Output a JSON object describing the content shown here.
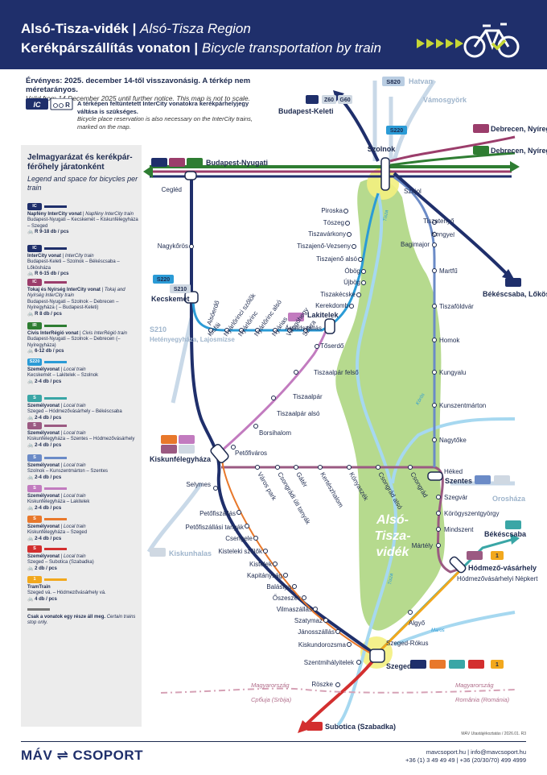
{
  "header": {
    "title_hu": "Alsó-Tisza-vidék",
    "title_en": "Alsó-Tisza Region",
    "subtitle_hu": "Kerékpárszállítás vonaton",
    "subtitle_en": "Bicycle transportation by train",
    "separator": " | "
  },
  "info": {
    "line1": "Érvényes: 2025. december 14-től visszavonásig. A térkép nem méretarányos.",
    "line2": "Valid from 14 December 2025 until further notice. This map is not to scale.",
    "ic_badge": "IC",
    "r_badge": "R",
    "ic_note_hu": "A térképen feltüntetett InterCity vonatokra kerékpárhelyjegy váltása is szükséges.",
    "ic_note_en": "Bicycle place reservation is also necessary on the InterCity trains, marked on the map."
  },
  "legend": {
    "title": "Jelmagyarázat és kerékpár-férőhely járatonként",
    "subtitle": "Legend and space for bicycles per train",
    "items": [
      {
        "badge": "IC",
        "color": "#1f2f6b",
        "name": "Napfény InterCity vonat",
        "name_en": "Napfény InterCity train",
        "route": "Budapest-Nyugati – Kecskemét – Kiskunfélegyháza – Szeged",
        "cap": "9-18 db / pcs",
        "r": "R"
      },
      {
        "badge": "IC",
        "color": "#1f2f6b",
        "name": "InterCity vonat",
        "name_en": "InterCity train",
        "route": "Budapest-Keleti – Szolnok – Békéscsaba – Lőkösháza",
        "cap": "6-15 db / pcs",
        "r": "R"
      },
      {
        "badge": "IC",
        "color": "#9b3d6b",
        "name": "Tokaj és Nyírség InterCity vonat",
        "name_en": "Tokaj and Nyírség InterCity train",
        "route": "Budapest-Nyugati – Szolnok – Debrecen – Nyíregyháza ( – Budapest-Keleti)",
        "cap": "8 db / pcs",
        "r": "R"
      },
      {
        "badge": "IR",
        "color": "#2e7d32",
        "name": "Civis InterRégió vonat",
        "name_en": "Civis InterRégió train",
        "route": "Budapest-Nyugati – Szolnok – Debrecen (– Nyíregyháza)",
        "cap": "6-12 db / pcs",
        "r": ""
      },
      {
        "badge": "S220",
        "color": "#2b9bd6",
        "name": "Személyvonat",
        "name_en": "Local train",
        "route": "Kecskemét – Lakitelek – Szolnok",
        "cap": "2-4 db / pcs",
        "r": ""
      },
      {
        "badge": "S",
        "color": "#3aa6a6",
        "name": "Személyvonat",
        "name_en": "Local train",
        "route": "Szeged – Hódmezővásárhely – Békéscsaba",
        "cap": "2-4 db / pcs",
        "r": ""
      },
      {
        "badge": "S",
        "color": "#9b5a82",
        "name": "Személyvonat",
        "name_en": "Local train",
        "route": "Kiskunfélegyháza – Szentes – Hódmezővásárhely",
        "cap": "2-4 db / pcs",
        "r": ""
      },
      {
        "badge": "S",
        "color": "#6b8bc7",
        "name": "Személyvonat",
        "name_en": "Local train",
        "route": "Szolnok – Kunszentmárton – Szentes",
        "cap": "2-4 db / pcs",
        "r": ""
      },
      {
        "badge": "S",
        "color": "#c27bbf",
        "name": "Személyvonat",
        "name_en": "Local train",
        "route": "Kiskunfélegyháza – Lakitelek",
        "cap": "2-4 db / pcs",
        "r": ""
      },
      {
        "badge": "S",
        "color": "#e8782b",
        "name": "Személyvonat",
        "name_en": "Local train",
        "route": "Kiskunfélegyháza – Szeged",
        "cap": "2-4 db / pcs",
        "r": ""
      },
      {
        "badge": "S",
        "color": "#d32f2f",
        "name": "Személyvonat",
        "name_en": "Local train",
        "route": "Szeged – Subotica (Szabadka)",
        "cap": "2 db / pcs",
        "r": ""
      },
      {
        "badge": "1",
        "color": "#f2a81d",
        "name": "TramTrain",
        "name_en": "",
        "route": "Szeged vá. – Hódmezővásárhely vá.",
        "cap": "4 db / pcs",
        "r": ""
      },
      {
        "badge": "",
        "color": "#777777",
        "name": "Csak a vonatok egy része áll meg.",
        "name_en": "Certain trains stop only.",
        "route": "",
        "cap": "",
        "r": ""
      }
    ]
  },
  "map": {
    "region_label": [
      "Alsó-",
      "Tisza-",
      "vidék"
    ],
    "rivers": {
      "tisza": "Tisza",
      "koros": "Körös",
      "maros": "Maros"
    },
    "borders": {
      "hu": "Magyarország",
      "rs": "Србија (Srbija)",
      "ro": "România (Románia)"
    },
    "terminals": {
      "hatvan": "Hatvan",
      "hatvan_badge": "S820",
      "vamosgyork": "Vámosgyörk",
      "bp_keleti": "Budapest-Keleti",
      "bp_nyugati": "Budapest-Nyugati",
      "debrecen_ic": "Debrecen, Nyíregyháza",
      "debrecen_ir": "Debrecen, Nyíregyháza",
      "bekescsaba_lokoshaza": "Békéscsaba, Lőkösháza",
      "bekescsaba": "Békéscsaba",
      "oroshaza": "Orosháza",
      "kiskunhalas": "Kiskunhalas",
      "hetenyegyhaza": "Hetényegyháza, Lajosmizse",
      "hetenyegyhaza_badge": "S210",
      "subotica": "Subotica (Szabadka)"
    },
    "badges": {
      "z60": "Z60",
      "g60": "G60",
      "s220": "S220",
      "s820": "S820",
      "s210": "S210",
      "one": "1"
    },
    "cities": {
      "szolnok": "Szolnok",
      "kecskemet": "Kecskemét",
      "kiskunfelegyhaza": "Kiskunfélegyháza",
      "lakitelek": "Lakitelek",
      "szentes": "Szentes",
      "hodmezovasarhely": "Hódmező-vásárhely",
      "szeged": "Szeged"
    },
    "stations": {
      "cegled": "Cegléd",
      "nagykoros": "Nagykőrös",
      "szajol": "Szajol",
      "piroska": "Piroska",
      "toszeg": "Tószeg",
      "tiszavarkony": "Tiszavárkony",
      "tiszajeno_veszeny": "Tiszajenő-Vezseny",
      "tiszajeno_also": "Tiszajenő alsó",
      "obog": "Óbög",
      "ujbog": "Újbög",
      "tiszakecske": "Tiszakécske",
      "kerekdomb": "Kerekdomb",
      "arpadszallas": "Árpádszállás",
      "toserdo": "Tőserdő",
      "tiszaalpar_felso": "Tiszaalpár felső",
      "tiszaalpar": "Tiszaalpár",
      "tiszaalpar_also": "Tiszaalpár alsó",
      "borsihalom": "Borsihalom",
      "petofivaros": "Petőfiváros",
      "selymes": "Selymes",
      "petofiszallas": "Petőfiszállás",
      "petofiszallasi_tanyak": "Petőfiszállási tanyák",
      "csengele": "Csengele",
      "kisteleki_szollok": "Kisteleki szőlők",
      "kistelek": "Kistelek",
      "kapitanysag": "Kapitányság",
      "balastya": "Balástya",
      "oszeszek": "Őszeszék",
      "vilmaszallas": "Vilmaszállás",
      "szatymaz": "Szatymaz",
      "janosszallas": "Jánosszállás",
      "kiskundorozsma": "Kiskundorozsma",
      "szentmihalyitelek": "Szentmihályitelek",
      "roszke": "Röszke",
      "szeged_rokus": "Szeged-Rókus",
      "algyo": "Algyő",
      "hmv_nepkert": "Hódmezővásárhelyi Népkert",
      "martely": "Mártély",
      "mindszent": "Mindszent",
      "korogyszentgyorgy": "Körögyszentgyörgy",
      "szegvar": "Szegvár",
      "heked": "Héked",
      "nagytoke": "Nagytőke",
      "kunszentmarton": "Kunszentmárton",
      "kungyalu": "Kungyalu",
      "homok": "Homok",
      "tiszafoldvar": "Tiszaföldvár",
      "martfu": "Martfű",
      "bagimajor": "Bagimajor",
      "kengyel": "Kengyel",
      "tiszatenyo": "Tiszatenyő",
      "alsoerdo": "Alsóerdő",
      "kisfai": "Kisfái",
      "nyarlorinci_szollok": "Nyárlőrinci szőlők",
      "nyarlorinc": "Nyárlőrinc",
      "nyarlorinc_also": "Nyárlőrinc alsó",
      "nyarias": "Nyárias",
      "villogohegy": "Villogóhegy",
      "szikra": "Szikra",
      "varos_park": "Város park",
      "csongradi_uti_tanyak": "Csongrádi úti tanyák",
      "gater": "Gátér",
      "kertvarosalom": "Kertészhalom",
      "konyaszek": "Kónyaszék",
      "csongrad_also": "Csongrád alsó",
      "csongrad": "Csongrád"
    }
  },
  "footer": {
    "logo": "MÁV ⇌ CSOPORT",
    "contact1": "mavcsoport.hu | info@mavcsoport.hu",
    "contact2": "+36 (1) 3 49 49 49 | +36 (20/30/70) 499 4999",
    "credit": "MÁV Utastájékoztatás / 2026.01. R3"
  },
  "colors": {
    "navy": "#1f2f6b",
    "green": "#2e7d32",
    "tokaj": "#9b3d6b",
    "s220": "#2b9bd6",
    "teal": "#3aa6a6",
    "purple": "#9b5a82",
    "slate": "#6b8bc7",
    "pink": "#c27bbf",
    "orange": "#e8782b",
    "red": "#d32f2f",
    "yellow": "#f2a81d",
    "region": "#a9d37a",
    "river": "#a6d8f0",
    "grey": "#c9d9e8"
  }
}
